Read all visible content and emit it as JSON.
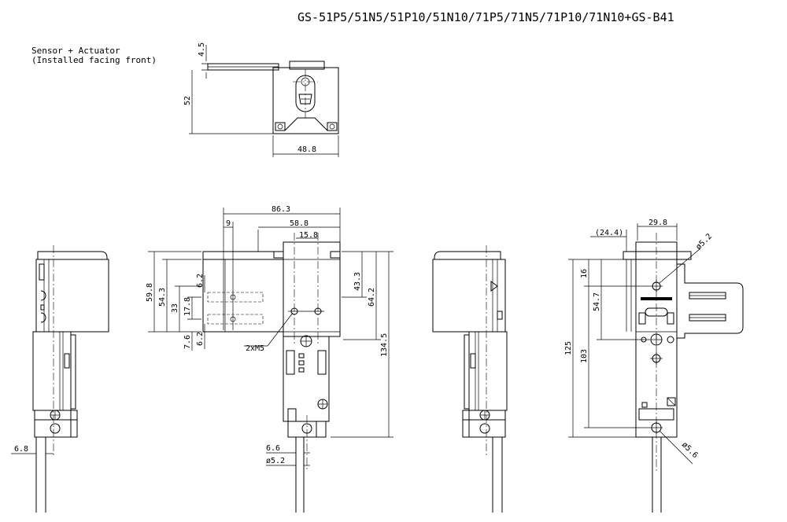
{
  "title": "GS-51P5/51N5/51P10/51N10/71P5/71N5/71P10/71N10+GS-B41",
  "note": {
    "line1": "Sensor + Actuator",
    "line2": "(Installed facing front)"
  },
  "dimensions": {
    "top_view": {
      "d4_5": "4.5",
      "d52": "52",
      "d48_8": "48.8"
    },
    "front_view": {
      "d86_3": "86.3",
      "d58_8": "58.8",
      "d9": "9",
      "d15_8": "15.8",
      "d59_8": "59.8",
      "d54_3": "54.3",
      "d33": "33",
      "d17_8": "17.8",
      "d6_2a": "6.2",
      "d6_2b": "6.2",
      "d7_6": "7.6",
      "d43_3": "43.3",
      "d64_2": "64.2",
      "d134_5": "134.5",
      "m5": "2xM5",
      "d6_6": "6.6",
      "d5_2": "ø5.2"
    },
    "left_view": {
      "d6_8": "6.8"
    },
    "right_view": {
      "d24_4": "(24.4)",
      "d29_8": "29.8",
      "d5_2": "ø5.2",
      "d16": "16",
      "d54_7": "54.7",
      "d125": "125",
      "d103": "103",
      "d5_6": "ø5.6"
    }
  }
}
